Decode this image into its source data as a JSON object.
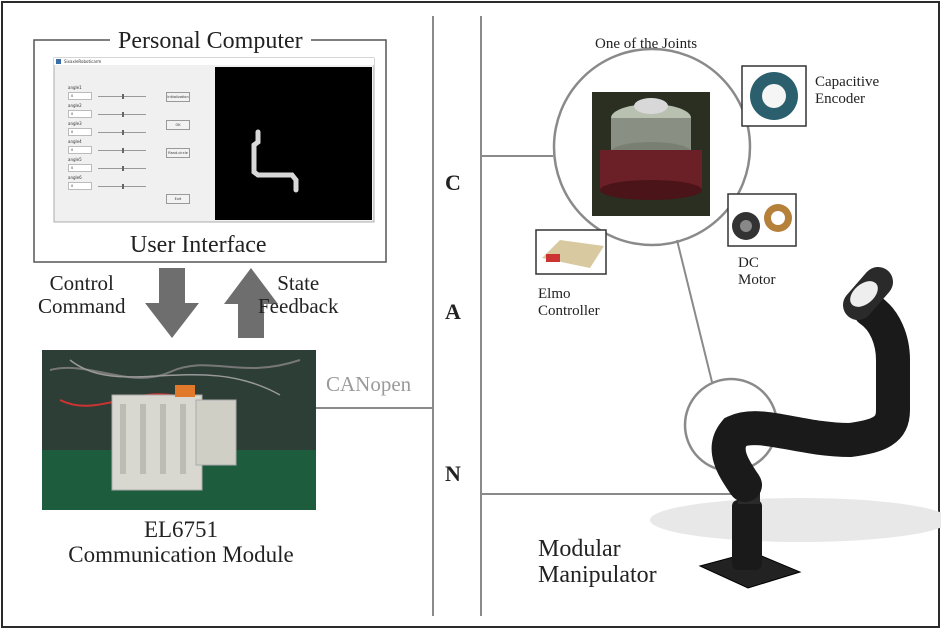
{
  "left_panel": {
    "pc_title": "Personal Computer",
    "ui_label": "User Interface",
    "control_command": [
      "Control",
      "Command"
    ],
    "state_feedback": [
      "State",
      "Feedback"
    ],
    "canopen_label": "CANopen",
    "module_label": [
      "EL6751",
      "Communication Module"
    ]
  },
  "ui_window": {
    "title": "SixaxleRoboticarm",
    "rows": [
      {
        "label": "angle1",
        "value": "0"
      },
      {
        "label": "angle2",
        "value": "0"
      },
      {
        "label": "angle3",
        "value": "0"
      },
      {
        "label": "angle4",
        "value": "0"
      },
      {
        "label": "angle5",
        "value": "0"
      },
      {
        "label": "angle6",
        "value": "0"
      }
    ],
    "buttons": [
      "Initialization",
      "OK",
      "Rand-circle",
      "Exit"
    ]
  },
  "can_bus": {
    "letters": [
      "C",
      "A",
      "N"
    ]
  },
  "right_panel": {
    "joints_label": "One of the Joints",
    "encoder_label": [
      "Capacitive",
      "Encoder"
    ],
    "dc_motor_label": [
      "DC",
      "Motor"
    ],
    "elmo_label": [
      "Elmo",
      "Controller"
    ],
    "manipulator_label": [
      "Modular",
      "Manipulator"
    ]
  },
  "colors": {
    "frame": "#2b2b2b",
    "bus_line": "#8a8a8a",
    "arrow": "#6e6e6e",
    "canopen_text": "#9a9a9a",
    "robot": "#1a1a1a"
  }
}
